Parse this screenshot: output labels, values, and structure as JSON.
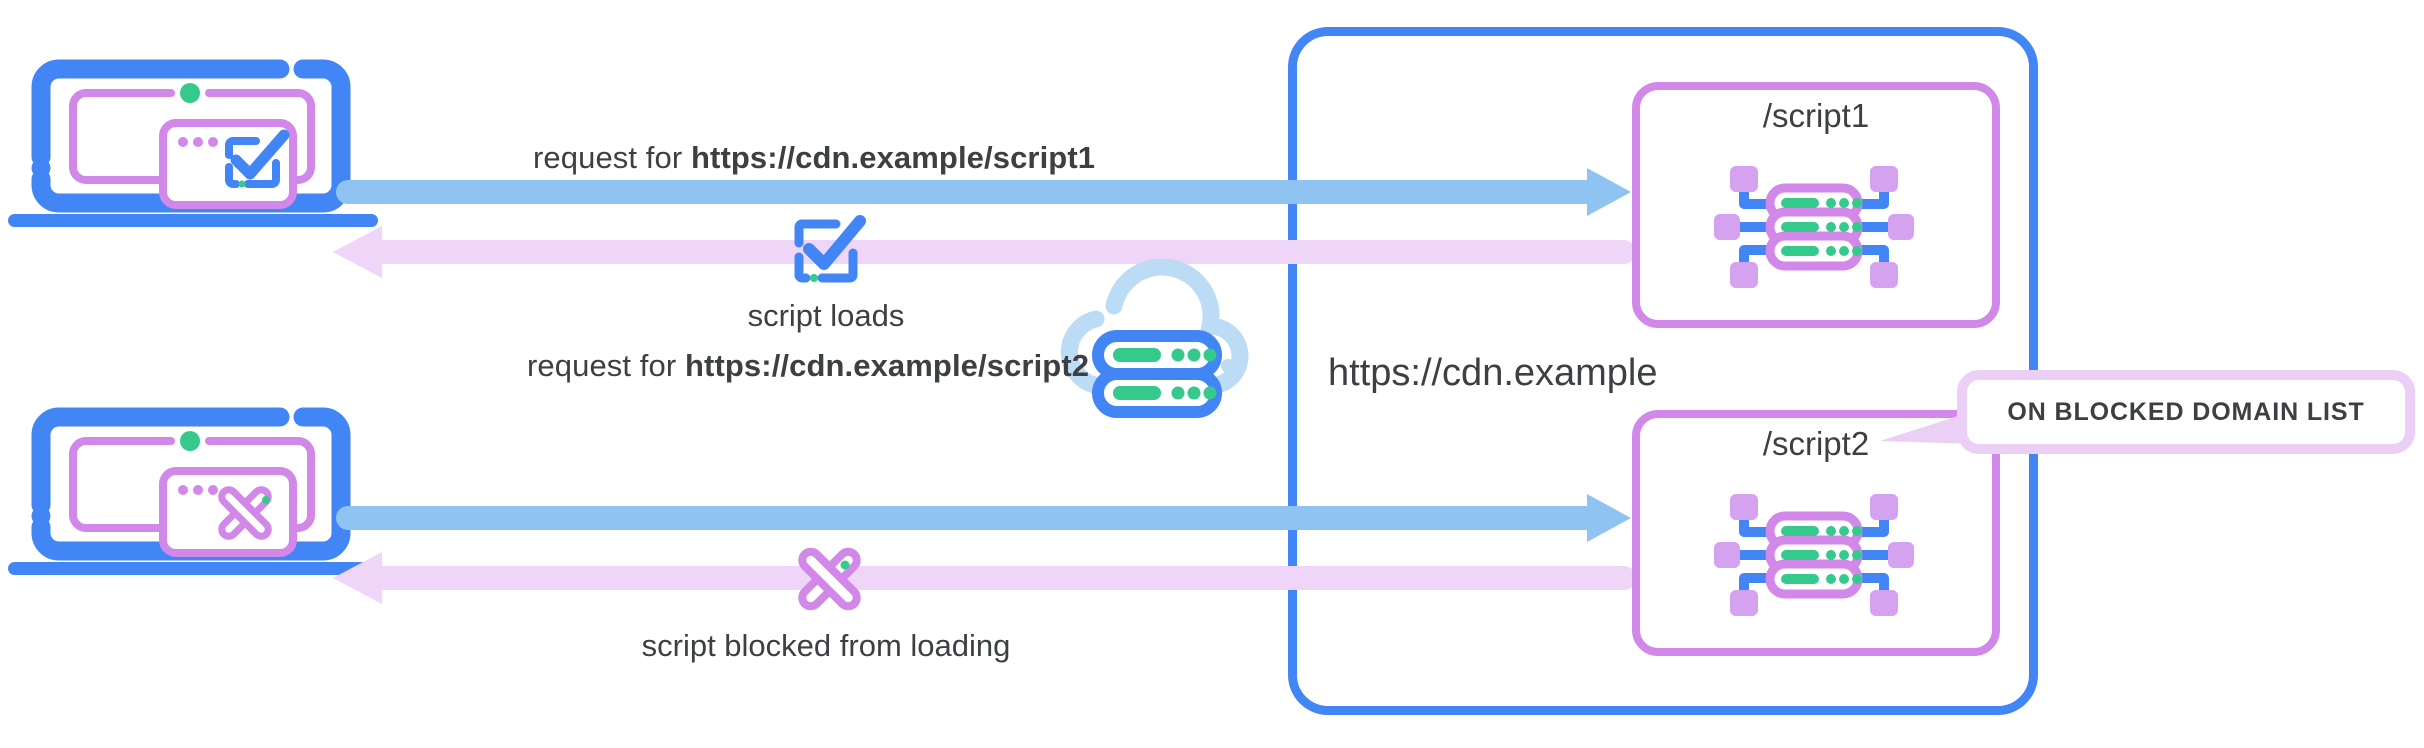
{
  "diagram": {
    "title_hidden": "",
    "cdn": {
      "label": "https://cdn.example",
      "icon": "cloud-server-icon"
    },
    "rows": [
      {
        "id": "allowed",
        "request_prefix": "request for ",
        "request_url": "https://cdn.example/script1",
        "status_text": "script loads",
        "status_icon": "check-square-icon",
        "client_icon": "laptop-check-icon",
        "resource_label": "/script1",
        "resource_icon": "server-node-icon",
        "request_arrow": "request-arrow-script1",
        "response_arrow": "response-arrow-script1"
      },
      {
        "id": "blocked",
        "request_prefix": "request for ",
        "request_url": "https://cdn.example/script2",
        "status_text": "script blocked from loading",
        "status_icon": "x-cross-icon",
        "client_icon": "laptop-blocked-icon",
        "resource_label": "/script2",
        "resource_icon": "server-node-icon",
        "request_arrow": "request-arrow-script2",
        "response_arrow": "response-arrow-script2"
      }
    ],
    "callout": {
      "text": "ON BLOCKED DOMAIN LIST"
    },
    "colors": {
      "blue": "#4285F4",
      "light_blue_arrow": "#8FC4F2",
      "pale_blue_cloud": "#BCDCF6",
      "purple": "#D188E8",
      "light_purple_arrow": "#EFD6F9",
      "bubble_border": "#EBCFF7",
      "green": "#35C98C",
      "text": "#3c4043",
      "background": "#ffffff"
    }
  }
}
